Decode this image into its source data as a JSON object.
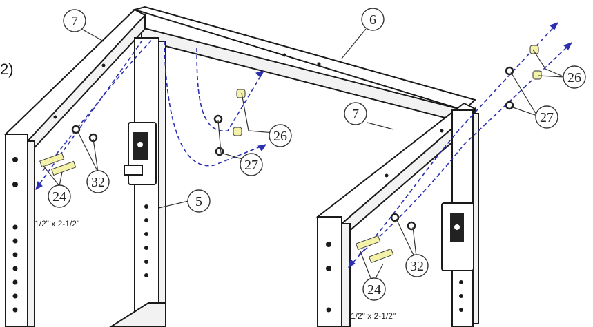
{
  "step_label": "2)",
  "callouts": {
    "c7_top": "7",
    "c6": "6",
    "c7_mid": "7",
    "c26_mid": "26",
    "c26_right": "26",
    "c27_mid": "27",
    "c27_right": "27",
    "c32_left": "32",
    "c32_right": "32",
    "c24_left": "24",
    "c24_right": "24",
    "c5": "5"
  },
  "bolt_size_left": "1/2\" x 2-1/2\"",
  "bolt_size_right": "1/2\" x 2-1/2\"",
  "colors": {
    "path_color": "#2b2fb0",
    "bolt_color": "#f4f1a8"
  }
}
